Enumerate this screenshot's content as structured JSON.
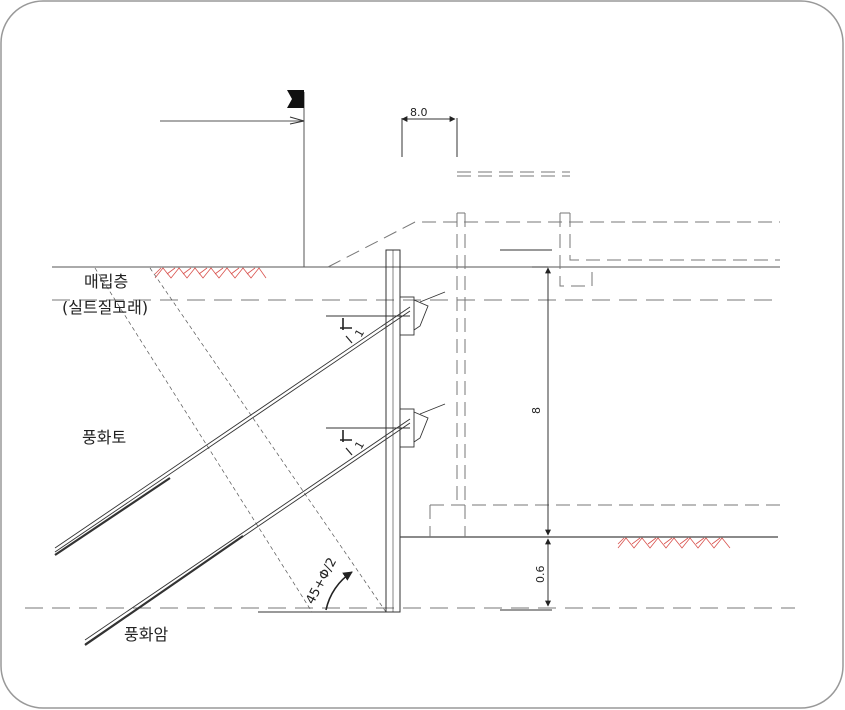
{
  "labels": {
    "fill_layer_1": "매립층",
    "fill_layer_2": "(실트질모래)",
    "weathered_soil": "풍화토",
    "weathered_rock": "풍화암",
    "angle": "45+Φ/2",
    "dim_top": "8.0",
    "dim_height": "8",
    "dim_embed": "0.6",
    "dim_tick": "1"
  },
  "colors": {
    "line": "#333333",
    "dash": "#777777",
    "hatch": "#d9534f",
    "frame": "#999999"
  }
}
